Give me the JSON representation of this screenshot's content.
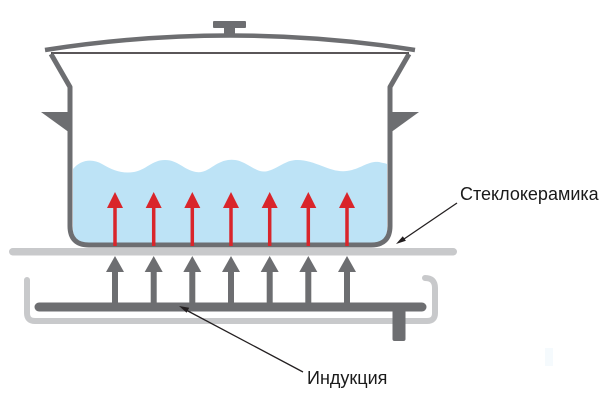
{
  "diagram": {
    "title": "induction-hob-heating-diagram",
    "labels": {
      "glass_ceramic": "Стеклокерамика",
      "induction": "Индукция"
    },
    "colors": {
      "pot_outline": "#6d6e71",
      "rim_line": "#231f20",
      "water": "#bde3f6",
      "heat_arrow": "#d9252b",
      "field_arrow": "#6d6e71",
      "glass_plate": "#c8c9cb",
      "coil_tray": "#c8c9cb",
      "coil": "#6d6e71",
      "label_text": "#1a1a1a",
      "leader_line": "#231f20",
      "background": "#ffffff"
    },
    "heat_arrows_count": 7,
    "field_arrows_count": 7,
    "arrow_x_positions": [
      115,
      153.7,
      192.3,
      231,
      269.7,
      308.3,
      347
    ]
  }
}
